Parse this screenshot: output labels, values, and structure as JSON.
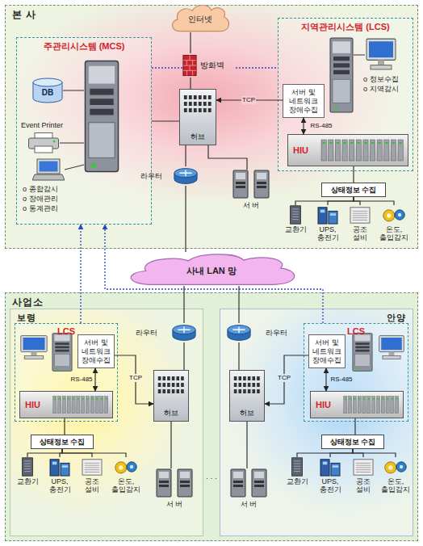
{
  "diagram": {
    "nodes": [
      {
        "text": [
          "본 사"
        ]
      },
      {
        "text": [
          "주관리시스템 (MCS)"
        ],
        "in": 0
      },
      {
        "text": [
          "DB"
        ],
        "in": 1
      },
      {
        "text": [
          "Event Printer"
        ],
        "in": 1
      },
      {
        "text": [
          "o 종합감시",
          "o 장애관리",
          "o 통계관리"
        ],
        "in": 1
      },
      {
        "text": [
          "인터넷"
        ],
        "in": 0
      },
      {
        "text": [
          "방화벽"
        ],
        "in": 0
      },
      {
        "text": [
          "허브"
        ],
        "in": 0
      },
      {
        "text": [
          "지역관리시스템 (LCS)"
        ],
        "in": 0
      },
      {
        "text": [
          "o 정보수집",
          "o 지역감시"
        ],
        "in": 8
      },
      {
        "text": [
          "서버 및 네트워크 장애수집"
        ],
        "in": 8
      },
      {
        "text": [
          "HIU"
        ],
        "in": 8
      },
      {
        "text": [
          "상태정보 수집"
        ],
        "in": 0
      },
      {
        "text": [
          "교환기"
        ],
        "in": 0
      },
      {
        "text": [
          "UPS, 충전기"
        ],
        "in": 0
      },
      {
        "text": [
          "공조 설비"
        ],
        "in": 0
      },
      {
        "text": [
          "온도, 출입감지"
        ],
        "in": 0
      },
      {
        "text": [
          "라우터"
        ],
        "in": 0
      },
      {
        "text": [
          "서 버"
        ],
        "in": 0
      },
      {
        "text": [
          "사내 LAN 망"
        ]
      },
      {
        "text": [
          "사업소"
        ]
      },
      {
        "text": [
          "보령"
        ],
        "in": 20
      },
      {
        "text": [
          "LCS"
        ],
        "in": 21
      },
      {
        "text": [
          "서버 및 네트워크 장애수집"
        ],
        "in": 22
      },
      {
        "text": [
          "HIU"
        ],
        "in": 22
      },
      {
        "text": [
          "상태정보 수집"
        ],
        "in": 21
      },
      {
        "text": [
          "교환기"
        ],
        "in": 21
      },
      {
        "text": [
          "UPS, 충전기"
        ],
        "in": 21
      },
      {
        "text": [
          "공조 설비"
        ],
        "in": 21
      },
      {
        "text": [
          "온도, 출입감지"
        ],
        "in": 21
      },
      {
        "text": [
          "라우터"
        ],
        "in": 21
      },
      {
        "text": [
          "허브"
        ],
        "in": 21
      },
      {
        "text": [
          "서 버"
        ],
        "in": 21
      },
      {
        "text": [
          "안양"
        ],
        "in": 20
      },
      {
        "text": [
          "LCS"
        ],
        "in": 33
      },
      {
        "text": [
          "서버 및 네트워크 장애수집"
        ],
        "in": 34
      },
      {
        "text": [
          "HIU"
        ],
        "in": 34
      },
      {
        "text": [
          "상태정보 수집"
        ],
        "in": 33
      },
      {
        "text": [
          "교환기"
        ],
        "in": 33
      },
      {
        "text": [
          "UPS, 충전기"
        ],
        "in": 33
      },
      {
        "text": [
          "공조 설비"
        ],
        "in": 33
      },
      {
        "text": [
          "온도, 출입감지"
        ],
        "in": 33
      },
      {
        "text": [
          "라우터"
        ],
        "in": 33
      },
      {
        "text": [
          "허브"
        ],
        "in": 33
      },
      {
        "text": [
          "서 버"
        ],
        "in": 33
      }
    ],
    "edges": [
      {
        "from": 5,
        "to": 6,
        "arrow": "none"
      },
      {
        "from": 6,
        "to": 7,
        "arrow": "none"
      },
      {
        "from": 1,
        "to": 7,
        "arrow": "none"
      },
      {
        "from": 10,
        "to": 7,
        "label": "TCP",
        "arrow": "to"
      },
      {
        "from": 10,
        "to": 11,
        "label": "RS-485",
        "arrow": "both"
      },
      {
        "from": 11,
        "to": 12,
        "arrow": "none"
      },
      {
        "from": 12,
        "to": 13,
        "arrow": "none"
      },
      {
        "from": 12,
        "to": 14,
        "arrow": "none"
      },
      {
        "from": 12,
        "to": 15,
        "arrow": "none"
      },
      {
        "from": 12,
        "to": 16,
        "arrow": "none"
      },
      {
        "from": 7,
        "to": 17,
        "arrow": "none"
      },
      {
        "from": 7,
        "to": 18,
        "arrow": "none"
      },
      {
        "from": 17,
        "to": 19,
        "arrow": "none"
      },
      {
        "from": 6,
        "to": 1,
        "arrow": "none"
      },
      {
        "from": 6,
        "to": 8,
        "arrow": "none"
      },
      {
        "from": 22,
        "to": 1,
        "arrow": "to"
      },
      {
        "from": 34,
        "to": 1,
        "arrow": "to"
      },
      {
        "from": 19,
        "to": 30,
        "arrow": "none"
      },
      {
        "from": 19,
        "to": 42,
        "arrow": "none"
      },
      {
        "from": 30,
        "to": 31,
        "arrow": "none"
      },
      {
        "from": 31,
        "to": 32,
        "arrow": "none"
      },
      {
        "from": 23,
        "to": 31,
        "label": "TCP",
        "arrow": "to"
      },
      {
        "from": 23,
        "to": 24,
        "label": "RS-485",
        "arrow": "both"
      },
      {
        "from": 24,
        "to": 25,
        "arrow": "none"
      },
      {
        "from": 25,
        "to": 26,
        "arrow": "none"
      },
      {
        "from": 25,
        "to": 27,
        "arrow": "none"
      },
      {
        "from": 25,
        "to": 28,
        "arrow": "none"
      },
      {
        "from": 25,
        "to": 29,
        "arrow": "none"
      },
      {
        "from": 42,
        "to": 43,
        "arrow": "none"
      },
      {
        "from": 43,
        "to": 44,
        "arrow": "none"
      },
      {
        "from": 35,
        "to": 43,
        "label": "TCP",
        "arrow": "to"
      },
      {
        "from": 35,
        "to": 36,
        "label": "RS-485",
        "arrow": "both"
      },
      {
        "from": 36,
        "to": 37,
        "arrow": "none"
      },
      {
        "from": 37,
        "to": 38,
        "arrow": "none"
      },
      {
        "from": 37,
        "to": 39,
        "arrow": "none"
      },
      {
        "from": 37,
        "to": 40,
        "arrow": "none"
      },
      {
        "from": 37,
        "to": 41,
        "arrow": "none"
      }
    ],
    "labels": [
      "· · ·"
    ]
  }
}
